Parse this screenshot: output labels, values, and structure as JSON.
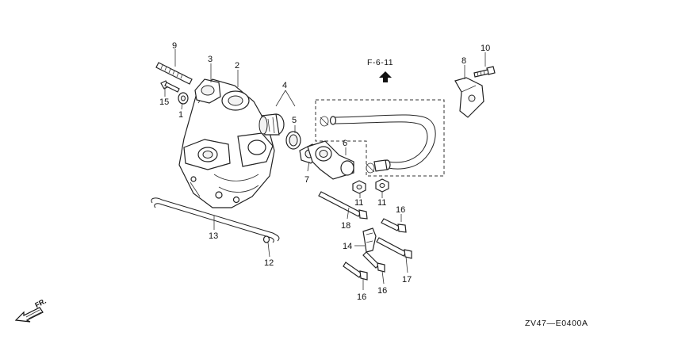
{
  "callouts": {
    "c1": "1",
    "c2": "2",
    "c3": "3",
    "c4": "4",
    "c5": "5",
    "c6": "6",
    "c7": "7",
    "c8": "8",
    "c9": "9",
    "c10": "10",
    "c11a": "11",
    "c11b": "11",
    "c12": "12",
    "c13": "13",
    "c14": "14",
    "c15": "15",
    "c16a": "16",
    "c16b": "16",
    "c16c": "16",
    "c17": "17",
    "c18": "18"
  },
  "reference": "F-6-11",
  "direction_label": "FR.",
  "diagram_code": "ZV47—E0400A",
  "colors": {
    "line": "#222222",
    "background": "#ffffff"
  }
}
